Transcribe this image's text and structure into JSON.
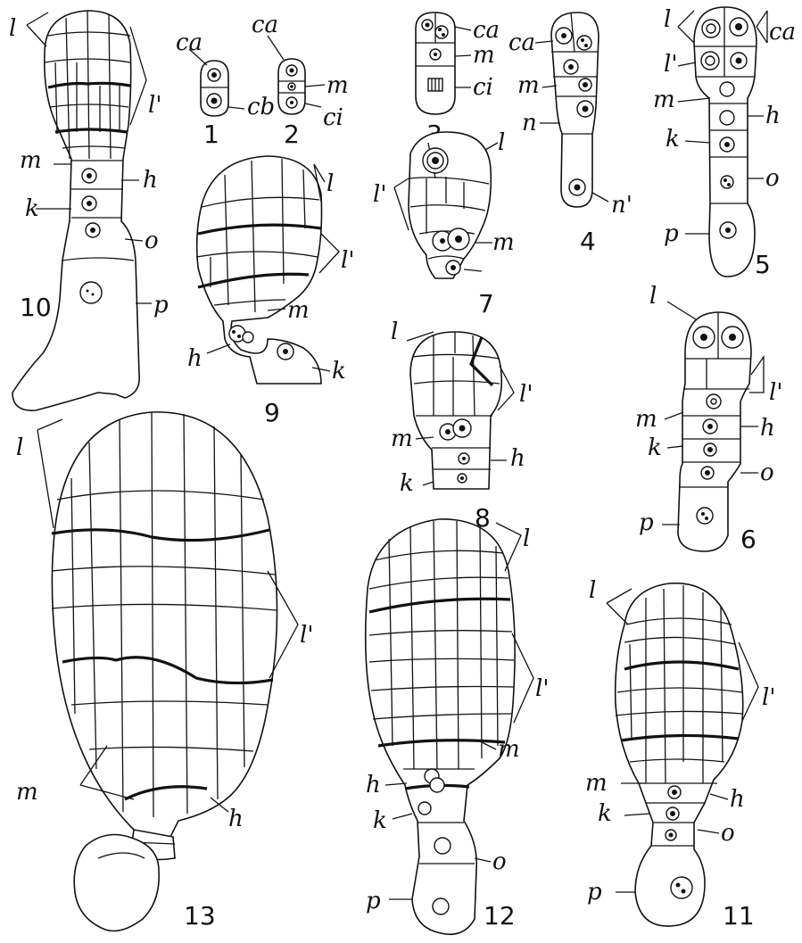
{
  "figures": [
    {
      "number": "1",
      "labels": [
        "ca",
        "cb"
      ]
    },
    {
      "number": "2",
      "labels": [
        "ca",
        "m",
        "ci"
      ]
    },
    {
      "number": "3",
      "labels": [
        "ca",
        "m",
        "ci"
      ]
    },
    {
      "number": "4",
      "labels": [
        "ca",
        "m",
        "n",
        "n'"
      ]
    },
    {
      "number": "5",
      "labels": [
        "l",
        "l'",
        "ca",
        "m",
        "h",
        "k",
        "o",
        "p"
      ]
    },
    {
      "number": "6",
      "labels": [
        "l",
        "l'",
        "m",
        "h",
        "k",
        "o",
        "p"
      ]
    },
    {
      "number": "7",
      "labels": [
        "l",
        "l'",
        "m"
      ]
    },
    {
      "number": "8",
      "labels": [
        "l",
        "l'",
        "m",
        "h",
        "k"
      ]
    },
    {
      "number": "9",
      "labels": [
        "l",
        "l'",
        "m",
        "h",
        "k"
      ]
    },
    {
      "number": "10",
      "labels": [
        "l",
        "l'",
        "m",
        "h",
        "k",
        "o",
        "p"
      ]
    },
    {
      "number": "11",
      "labels": [
        "l",
        "l'",
        "m",
        "h",
        "k",
        "o",
        "p"
      ]
    },
    {
      "number": "12",
      "labels": [
        "l",
        "l'",
        "m",
        "h",
        "k",
        "o",
        "p"
      ]
    },
    {
      "number": "13",
      "labels": [
        "l",
        "l'",
        "m",
        "h"
      ]
    }
  ]
}
